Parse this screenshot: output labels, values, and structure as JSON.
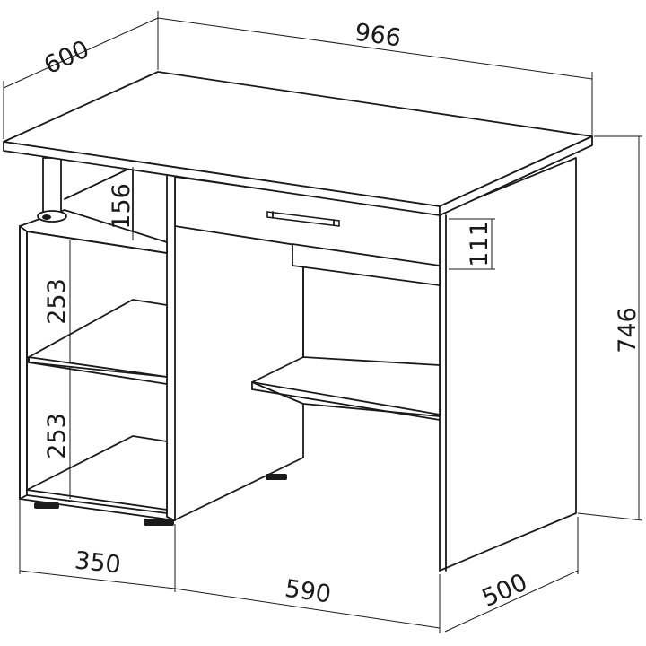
{
  "dimensions": {
    "depth_top": "600",
    "width_total": "966",
    "height_total": "746",
    "top_compartment_height": "156",
    "drawer_height": "111",
    "shelf_upper_height": "253",
    "shelf_lower_height": "253",
    "cabinet_width": "350",
    "knee_space_width": "590",
    "side_depth": "500"
  },
  "colors": {
    "line": "#1a1a1a",
    "background": "#ffffff"
  }
}
